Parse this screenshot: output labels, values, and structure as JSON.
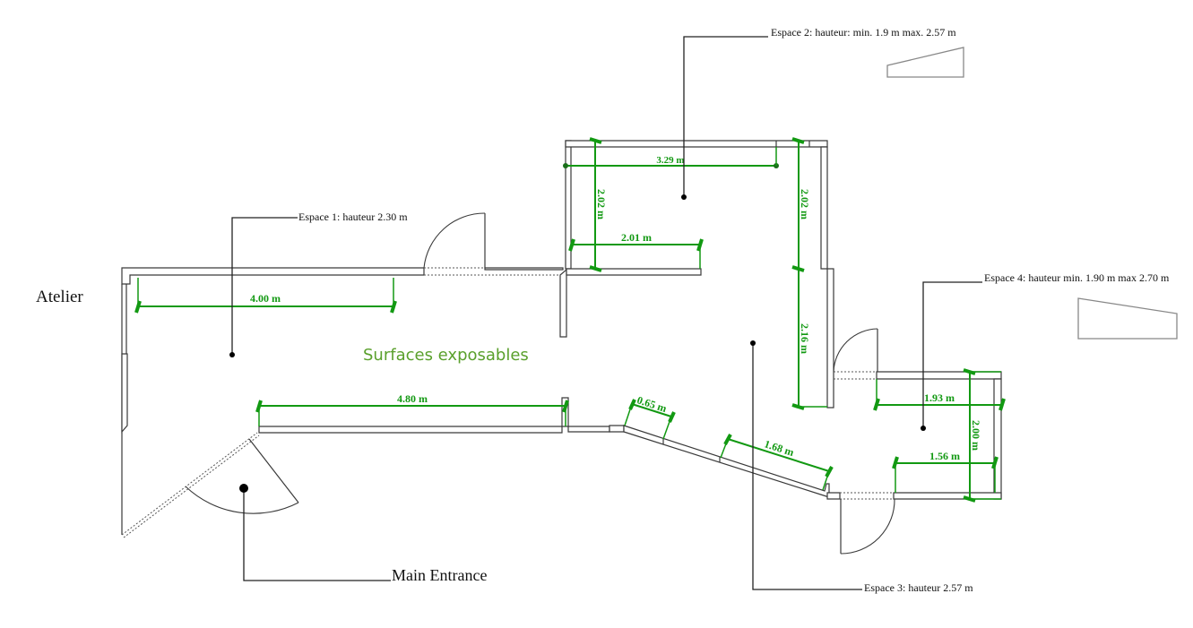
{
  "title": "Atelier",
  "subtitle": "Surfaces exposables",
  "entrance_label": "Main Entrance",
  "colors": {
    "dimension": "#129912",
    "subtitle": "#5aa02c",
    "wall": "#3a3a3a",
    "text": "#111111"
  },
  "spaces": [
    {
      "id": "espace-1",
      "label": "Espace 1: hauteur 2.30 m"
    },
    {
      "id": "espace-2",
      "label": "Espace 2: hauteur: min. 1.9 m max. 2.57 m"
    },
    {
      "id": "espace-3",
      "label": "Espace 3: hauteur 2.57 m"
    },
    {
      "id": "espace-4",
      "label": "Espace 4: hauteur min. 1.90 m max 2.70 m"
    }
  ],
  "dimensions": {
    "espace1_top_wall": "4.00 m",
    "espace1_bottom_wall": "4.80 m",
    "espace2_top_wall": "3.29 m",
    "espace2_left_wall": "2.02 m",
    "espace2_bottom_wall": "2.01 m",
    "espace2_right_wall": "2.02 m",
    "espace3_right_wall": "2.16 m",
    "espace3_diag_short": "0.65 m",
    "espace3_diag_long": "1.68 m",
    "espace4_top_wall": "1.93 m",
    "espace4_bottom_wall": "1.56 m",
    "espace4_right_wall": "2.00 m"
  }
}
